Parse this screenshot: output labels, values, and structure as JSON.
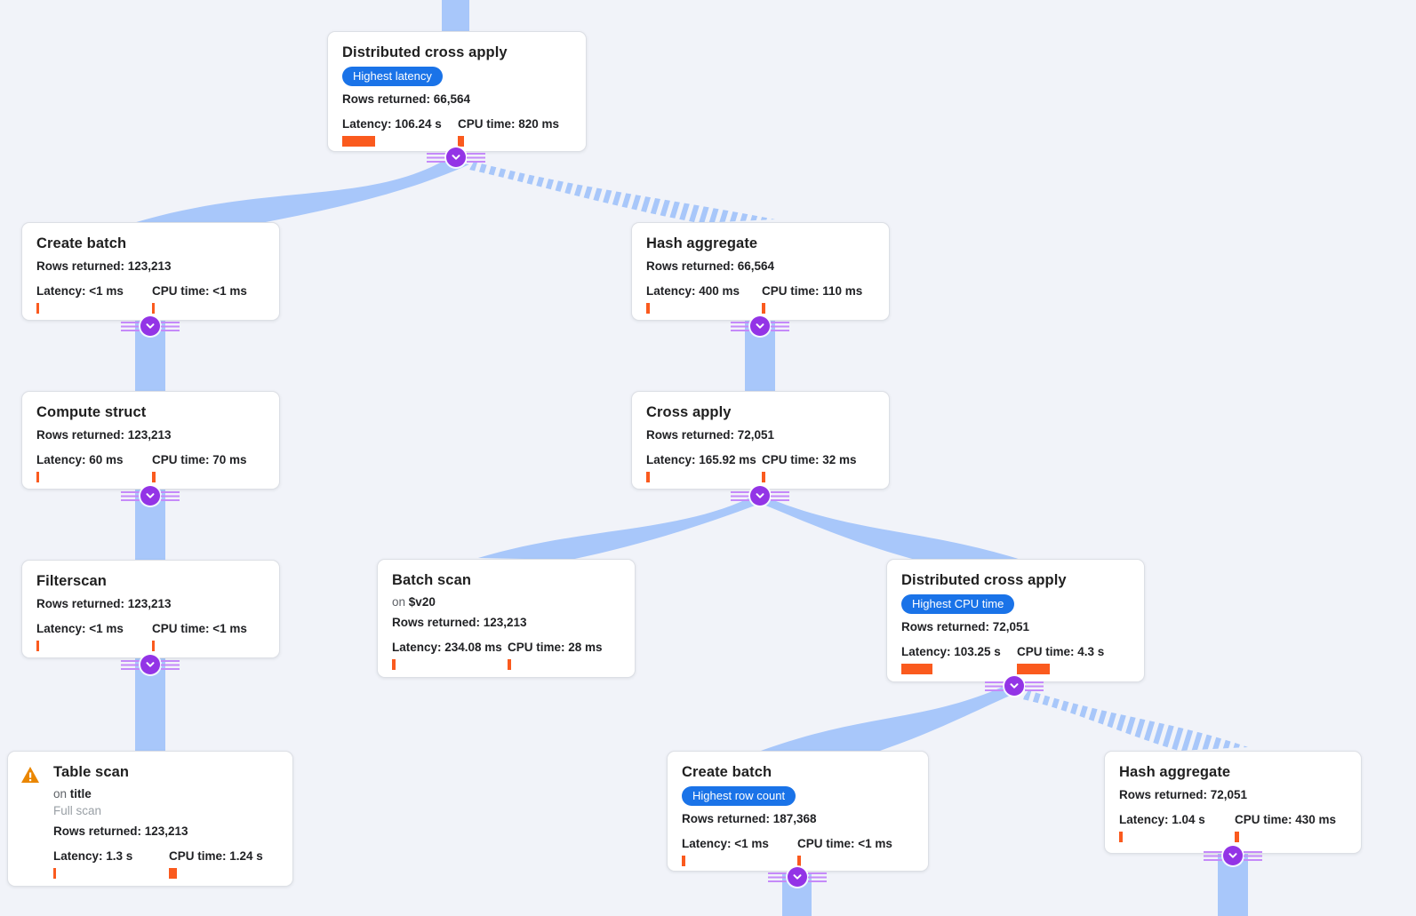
{
  "colors": {
    "accent-blue": "#1a73e8",
    "edge-blue": "#a8c7fa",
    "connector-purple": "#9334e6",
    "stripe-purple": "#c58af9",
    "bar-orange": "#fa5a1e",
    "warning-orange": "#ea8600",
    "bg": "#f1f3f9"
  },
  "nodes": [
    {
      "title": "Distributed cross apply",
      "badge": "Highest latency",
      "rows": "Rows returned: 66,564",
      "latency": "Latency: 106.24 s",
      "cpu": "CPU time: 820 ms",
      "latency_bar": 37,
      "cpu_bar": 7
    },
    {
      "title": "Create batch",
      "rows": "Rows returned: 123,213",
      "latency": "Latency: <1 ms",
      "cpu": "CPU time: <1 ms",
      "latency_bar": 3,
      "cpu_bar": 3
    },
    {
      "title": "Hash aggregate",
      "rows": "Rows returned: 66,564",
      "latency": "Latency: 400 ms",
      "cpu": "CPU time: 110 ms",
      "latency_bar": 4,
      "cpu_bar": 4
    },
    {
      "title": "Compute struct",
      "rows": "Rows returned: 123,213",
      "latency": "Latency: 60 ms",
      "cpu": "CPU time: 70 ms",
      "latency_bar": 3,
      "cpu_bar": 4
    },
    {
      "title": "Cross apply",
      "rows": "Rows returned: 72,051",
      "latency": "Latency: 165.92 ms",
      "cpu": "CPU time: 32 ms",
      "latency_bar": 4,
      "cpu_bar": 4
    },
    {
      "title": "Filterscan",
      "rows": "Rows returned: 123,213",
      "latency": "Latency: <1 ms",
      "cpu": "CPU time: <1 ms",
      "latency_bar": 3,
      "cpu_bar": 3
    },
    {
      "title": "Batch scan",
      "on_label": "on",
      "on_value": "$v20",
      "rows": "Rows returned: 123,213",
      "latency": "Latency: 234.08 ms",
      "cpu": "CPU time: 28 ms",
      "latency_bar": 4,
      "cpu_bar": 4
    },
    {
      "title": "Distributed cross apply",
      "badge": "Highest CPU time",
      "rows": "Rows returned: 72,051",
      "latency": "Latency: 103.25 s",
      "cpu": "CPU time: 4.3 s",
      "latency_bar": 35,
      "cpu_bar": 37
    },
    {
      "title": "Table scan",
      "on_label": "on",
      "on_value": "title",
      "note": "Full scan",
      "rows": "Rows returned: 123,213",
      "latency": "Latency: 1.3 s",
      "cpu": "CPU time: 1.24 s",
      "latency_bar": 3,
      "cpu_bar": 9
    },
    {
      "title": "Create batch",
      "badge": "Highest row count",
      "rows": "Rows returned: 187,368",
      "latency": "Latency: <1 ms",
      "cpu": "CPU time: <1 ms",
      "latency_bar": 4,
      "cpu_bar": 4
    },
    {
      "title": "Hash aggregate",
      "rows": "Rows returned: 72,051",
      "latency": "Latency: 1.04 s",
      "cpu": "CPU time: 430 ms",
      "latency_bar": 4,
      "cpu_bar": 5
    }
  ]
}
